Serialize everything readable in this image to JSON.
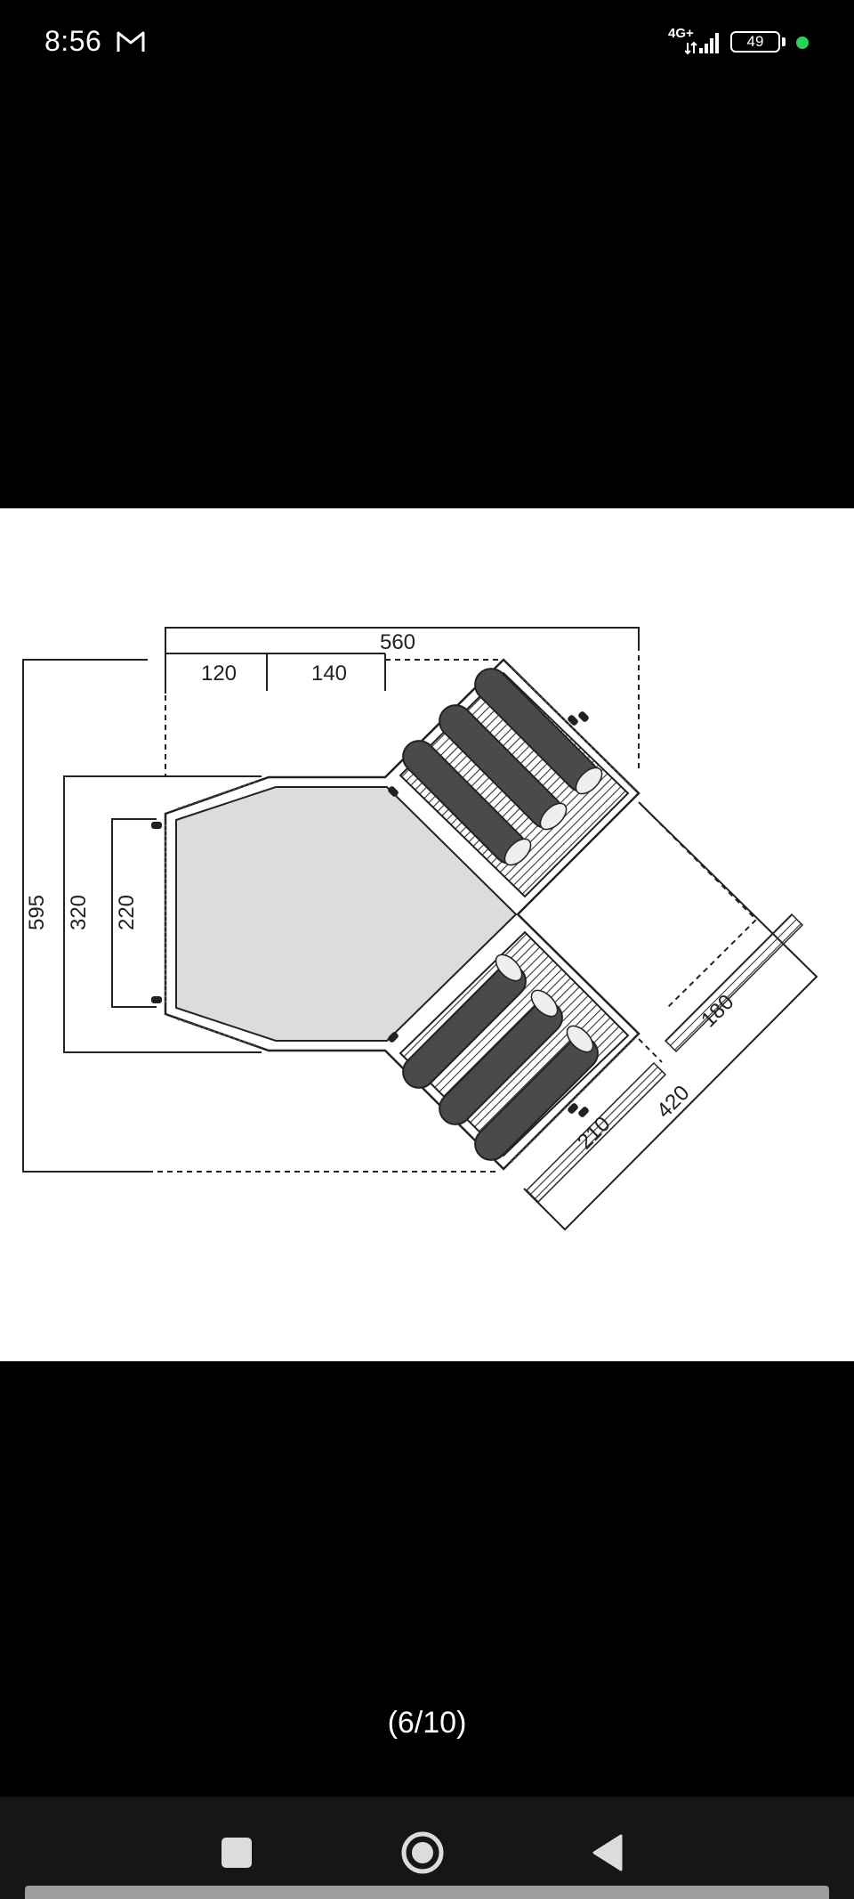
{
  "status_bar": {
    "time": "8:56",
    "network": "4G+",
    "battery_level": "49",
    "icons": [
      "gmail-icon",
      "signal-icon",
      "battery-icon",
      "active-indicator-dot"
    ],
    "colors": {
      "active_dot": "#2bd05a"
    }
  },
  "floor_plan": {
    "labels": {
      "total_width": "560",
      "width_a": "120",
      "width_b": "140",
      "total_depth": "595",
      "depth_a": "320",
      "depth_b": "220",
      "porch_length": "420",
      "porch_side": "180",
      "porch_width": "210"
    },
    "colors": {
      "living_area": "#dcdcdc",
      "sleeping_bag": "#4a4a4a",
      "line": "#222222"
    }
  },
  "viewer": {
    "counter": "(6/10)"
  },
  "nav_bar": {
    "buttons": [
      "recents-button",
      "home-button",
      "back-button"
    ]
  }
}
